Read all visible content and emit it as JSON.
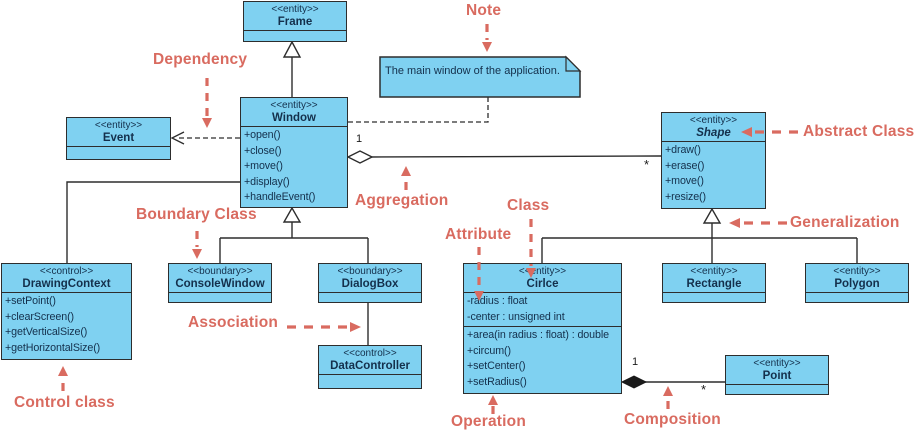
{
  "colors": {
    "node_fill": "#7fd1f1",
    "node_border": "#2d2d2d",
    "connector": "#2d2d2d",
    "annotation": "#d96b60",
    "class_text": "#14304c"
  },
  "note": {
    "text": "The main window of the application."
  },
  "annotations": {
    "note": "Note",
    "dependency": "Dependency",
    "abstract_class": "Abstract Class",
    "aggregation": "Aggregation",
    "boundary_class": "Boundary Class",
    "class": "Class",
    "attribute": "Attribute",
    "generalization": "Generalization",
    "association": "Association",
    "control_class": "Control class",
    "operation": "Operation",
    "composition": "Composition"
  },
  "multiplicities": {
    "aggregation_whole": "1",
    "aggregation_part": "*",
    "composition_whole": "1",
    "composition_part": "*"
  },
  "classes": {
    "frame": {
      "stereotype": "<<entity>>",
      "name": "Frame"
    },
    "window": {
      "stereotype": "<<entity>>",
      "name": "Window",
      "operations": [
        "+open()",
        "+close()",
        "+move()",
        "+display()",
        "+handleEvent()"
      ]
    },
    "event": {
      "stereotype": "<<entity>>",
      "name": "Event"
    },
    "shape": {
      "stereotype": "<<entity>>",
      "name": "Shape",
      "operations": [
        "+draw()",
        "+erase()",
        "+move()",
        "+resize()"
      ]
    },
    "drawing_context": {
      "stereotype": "<<control>>",
      "name": "DrawingContext",
      "operations": [
        "+setPoint()",
        "+clearScreen()",
        "+getVerticalSize()",
        "+getHorizontalSize()"
      ]
    },
    "console_window": {
      "stereotype": "<<boundary>>",
      "name": "ConsoleWindow"
    },
    "dialog_box": {
      "stereotype": "<<boundary>>",
      "name": "DialogBox"
    },
    "data_controller": {
      "stereotype": "<<control>>",
      "name": "DataController"
    },
    "circle": {
      "stereotype": "<<entity>>",
      "name": "Cirlce",
      "attributes": [
        "-radius : float",
        "-center : unsigned int"
      ],
      "operations": [
        "+area(in radius : float) : double",
        "+circum()",
        "+setCenter()",
        "+setRadius()"
      ]
    },
    "rectangle": {
      "stereotype": "<<entity>>",
      "name": "Rectangle"
    },
    "polygon": {
      "stereotype": "<<entity>>",
      "name": "Polygon"
    },
    "point": {
      "stereotype": "<<entity>>",
      "name": "Point"
    }
  },
  "relationships": [
    {
      "type": "generalization",
      "from": "Window",
      "to": "Frame"
    },
    {
      "type": "dependency",
      "from": "Window",
      "to": "Event"
    },
    {
      "type": "aggregation",
      "whole": "Window",
      "part": "Shape",
      "whole_multiplicity": "1",
      "part_multiplicity": "*"
    },
    {
      "type": "generalization",
      "from": "ConsoleWindow",
      "to": "Window"
    },
    {
      "type": "generalization",
      "from": "DialogBox",
      "to": "Window"
    },
    {
      "type": "association",
      "from": "Window",
      "to": "DrawingContext"
    },
    {
      "type": "association",
      "from": "DialogBox",
      "to": "DataController"
    },
    {
      "type": "generalization",
      "from": "Cirlce",
      "to": "Shape"
    },
    {
      "type": "generalization",
      "from": "Rectangle",
      "to": "Shape"
    },
    {
      "type": "generalization",
      "from": "Polygon",
      "to": "Shape"
    },
    {
      "type": "composition",
      "whole": "Cirlce",
      "part": "Point",
      "whole_multiplicity": "1",
      "part_multiplicity": "*"
    },
    {
      "type": "note-anchor",
      "from": "Note",
      "to": "Window"
    }
  ]
}
